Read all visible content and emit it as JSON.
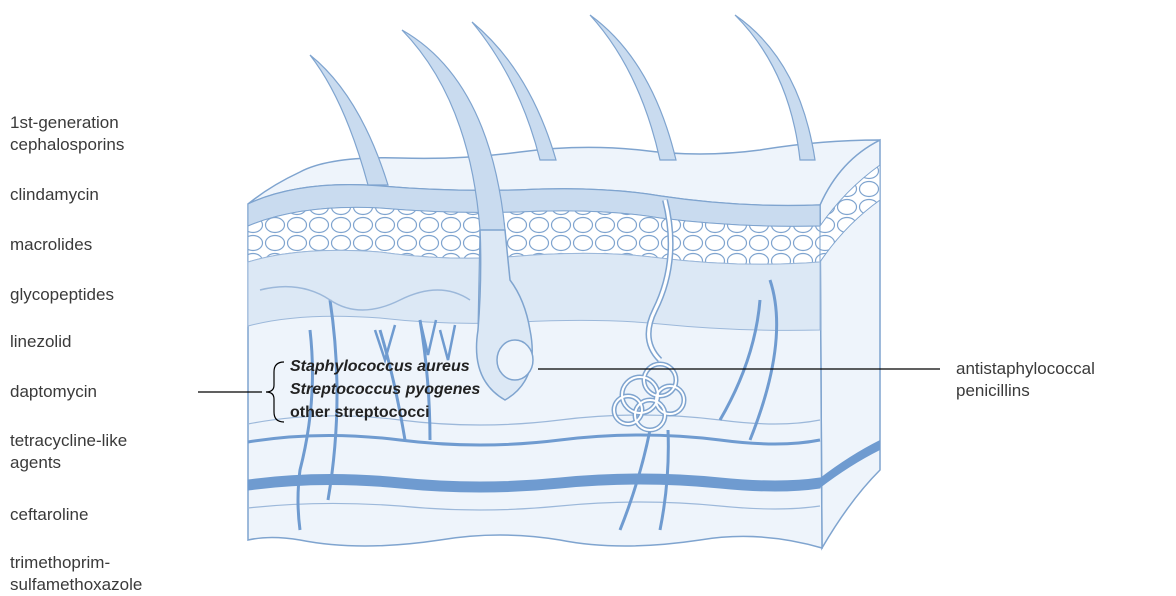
{
  "drugs_left": [
    {
      "line1": "1st-generation",
      "line2": "cephalosporins"
    },
    {
      "line1": "clindamycin",
      "line2": ""
    },
    {
      "line1": "macrolides",
      "line2": ""
    },
    {
      "line1": "glycopeptides",
      "line2": ""
    },
    {
      "line1": "linezolid",
      "line2": ""
    },
    {
      "line1": "daptomycin",
      "line2": ""
    },
    {
      "line1": "tetracycline-like",
      "line2": "agents"
    },
    {
      "line1": "ceftaroline",
      "line2": ""
    },
    {
      "line1": "trimethoprim-",
      "line2": "sulfamethoxazole"
    }
  ],
  "organisms": {
    "staph": "Staphylococcus aureus",
    "strep_pyogenes": "Streptococcus pyogenes",
    "other_strep": "other streptococci"
  },
  "drug_right": {
    "line1": "antistaphylococcal",
    "line2": "penicillins"
  },
  "colors": {
    "outline": "#7fa4cf",
    "fill_light": "#eef4fb",
    "fill_mid": "#c9dbef",
    "vessel": "#6f9bd0",
    "leader": "#000000"
  }
}
